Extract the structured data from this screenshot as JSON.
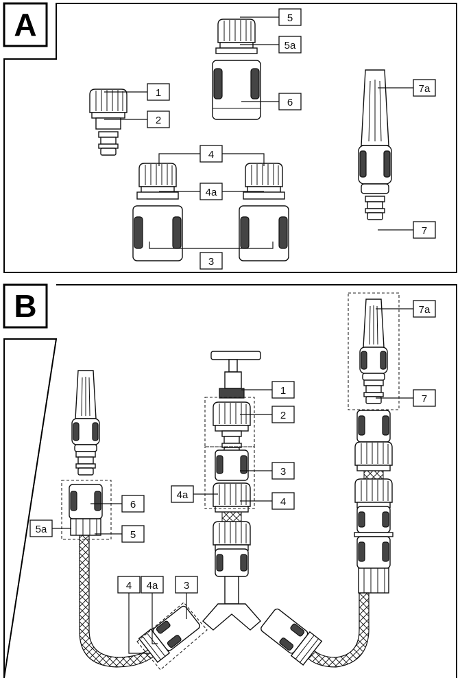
{
  "sections": {
    "a": {
      "letter": "A"
    },
    "b": {
      "letter": "B"
    }
  },
  "callouts": {
    "a": [
      "5",
      "5a",
      "1",
      "6",
      "2",
      "7a",
      "4",
      "4a",
      "7",
      "3"
    ],
    "b": [
      "7a",
      "1",
      "7",
      "2",
      "3",
      "4a",
      "4",
      "6",
      "5a",
      "5",
      "4",
      "4a",
      "3"
    ]
  },
  "colors": {
    "line": "#111111",
    "fill": "#ffffff",
    "grip": "#444444"
  }
}
